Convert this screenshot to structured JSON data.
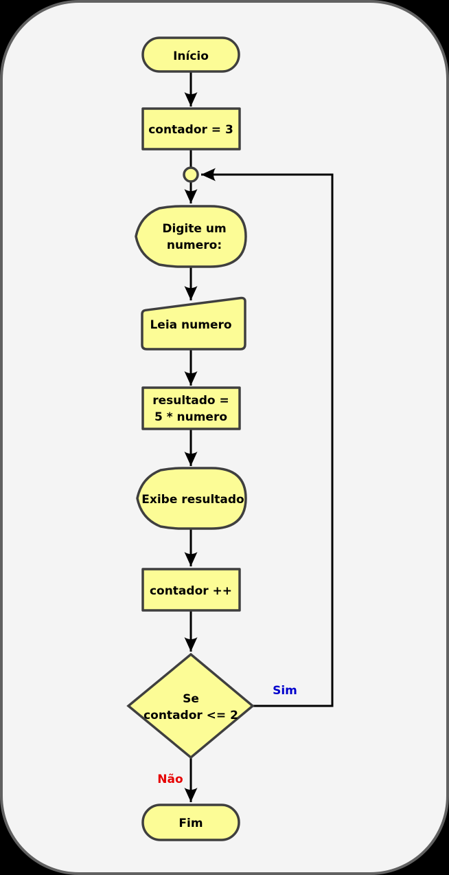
{
  "diagram": {
    "type": "flowchart",
    "nodes": {
      "start": {
        "label": "Início"
      },
      "init": {
        "label": "contador = 3"
      },
      "prompt": {
        "line1": "Digite um",
        "line2": "numero:"
      },
      "read": {
        "label": "Leia numero"
      },
      "compute": {
        "line1": "resultado =",
        "line2": "5 * numero"
      },
      "display": {
        "label": "Exibe resultado"
      },
      "increment": {
        "label": "contador ++"
      },
      "decision": {
        "line1": "Se",
        "line2": "contador <= 2"
      },
      "end": {
        "label": "Fim"
      }
    },
    "branch_labels": {
      "yes": "Sim",
      "no": "Não"
    }
  },
  "colors": {
    "node_fill": "#FCFC96",
    "node_stroke": "#3F3F3F",
    "edge": "#000000",
    "text": "#000000",
    "label_yes": "#0000CC",
    "label_no": "#E60000",
    "canvas_bg": "#F4F4F4",
    "canvas_border": "#616161",
    "outside": "#000000"
  }
}
